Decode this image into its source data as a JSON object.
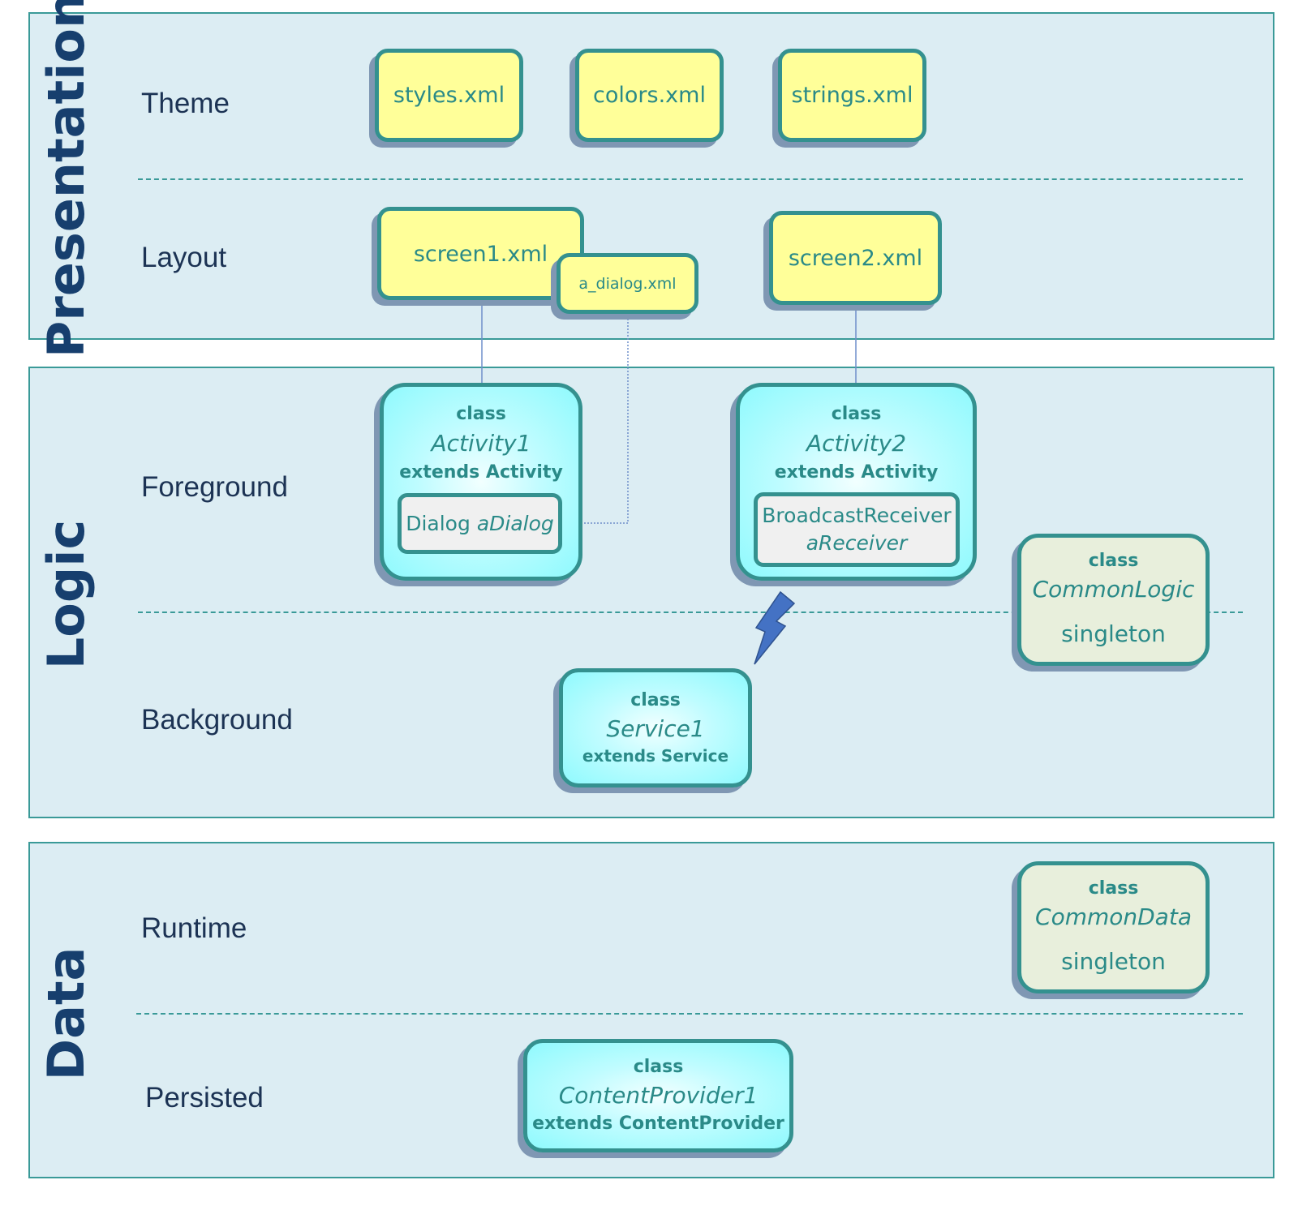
{
  "bands": [
    {
      "title": "Presentation",
      "rows": [
        "Theme",
        "Layout"
      ]
    },
    {
      "title": "Logic",
      "rows": [
        "Foreground",
        "Background"
      ]
    },
    {
      "title": "Data",
      "rows": [
        "Runtime",
        "Persisted"
      ]
    }
  ],
  "theme_files": [
    "styles.xml",
    "colors.xml",
    "strings.xml"
  ],
  "layout_files": [
    "screen1.xml",
    "a_dialog.xml",
    "screen2.xml"
  ],
  "activity1": {
    "kw": "class",
    "name": "Activity1",
    "ext": "extends Activity",
    "inner_type": "Dialog",
    "inner_var": "aDialog"
  },
  "activity2": {
    "kw": "class",
    "name": "Activity2",
    "ext": "extends Activity",
    "inner_type": "BroadcastReceiver",
    "inner_var": "aReceiver"
  },
  "common_logic": {
    "kw": "class",
    "name": "CommonLogic",
    "note": "singleton"
  },
  "service1": {
    "kw": "class",
    "name": "Service1",
    "ext": "extends Service"
  },
  "common_data": {
    "kw": "class",
    "name": "CommonData",
    "note": "singleton"
  },
  "provider1": {
    "kw": "class",
    "name": "ContentProvider1",
    "ext": "extends ContentProvider"
  }
}
